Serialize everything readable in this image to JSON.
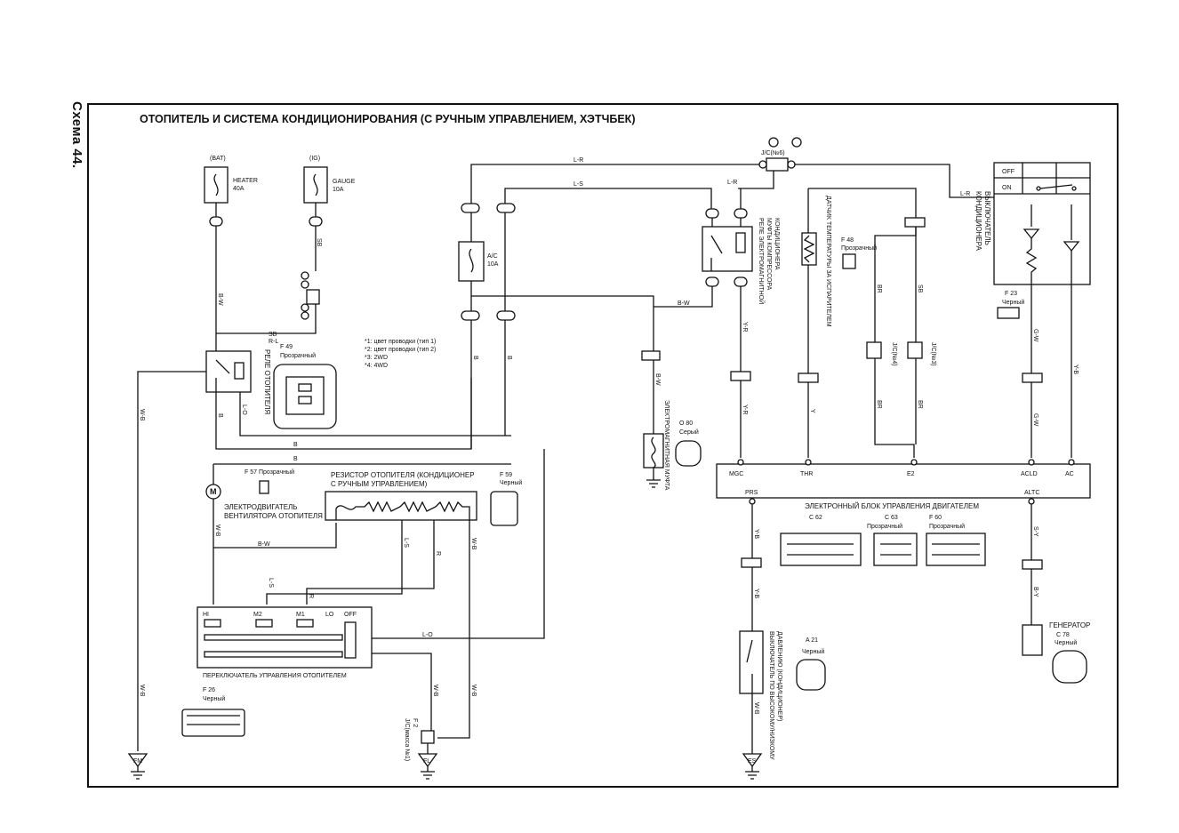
{
  "page": {
    "side_title": "Схема 44.",
    "title": "ОТОПИТЕЛЬ И СИСТЕМА КОНДИЦИОНИРОВАНИЯ (С РУЧНЫМ УПРАВЛЕНИЕМ, ХЭТЧБЕК)"
  },
  "fuses": {
    "heater": {
      "top": "(BAT)",
      "name": "HEATER",
      "rating": "40A"
    },
    "gauge": {
      "top": "(IG)",
      "name": "GAUGE",
      "rating": "10A"
    },
    "ac": {
      "name": "A/C",
      "rating": "10A"
    }
  },
  "notes": [
    "*1: цвет проводки (тип 1)",
    "*2: цвет проводки (тип 2)",
    "*3: 2WD",
    "*4: 4WD"
  ],
  "labels": {
    "heater_relay": "РЕЛЕ ОТОПИТЕЛЯ",
    "f49": "F 49",
    "f49_color": "Прозрачный",
    "f57": "F 57 Прозрачный",
    "blower_motor_1": "ЭЛЕКТРОДВИГАТЕЛЬ",
    "blower_motor_2": "ВЕНТИЛЯТОРА ОТОПИТЕЛЯ",
    "resistor_1": "РЕЗИСТОР ОТОПИТЕЛЯ (КОНДИЦИОНЕР",
    "resistor_2": "С РУЧНЫМ УПРАВЛЕНИЕМ)",
    "f59": "F 59",
    "f59_color": "Черный",
    "switch_title": "ПЕРЕКЛЮЧАТЕЛЬ УПРАВЛЕНИЯ ОТОПИТЕЛЕМ",
    "f26": "F 26",
    "f26_color": "Черный",
    "jc_f2_1": "F  2",
    "jc_f2_2": "J/C(масса №1)",
    "mag_clutch": "ЭЛЕКТРОМАГНИТНАЯ МУФТА",
    "o80": "O 80",
    "o80_color": "Серый",
    "clutch_relay_1": "РЕЛЕ ЭЛЕКТРОМАГНИТНОЙ",
    "clutch_relay_2": "МУФТЫ КОМПРЕССОРА",
    "clutch_relay_3": "КОНДИЦИОНЕРА",
    "temp_sensor_1": "ДАТЧИК ТЕМПЕРАТУРЫ ЗА ИСПАРИТЕЛЕМ",
    "f48": "F 48",
    "f48_color": "Прозрачный",
    "ac_switch_1": "ВЫКЛЮЧАТЕЛЬ",
    "ac_switch_2": "КОНДИЦИОНЕРА",
    "f23": "F 23",
    "f23_color": "Черный",
    "off": "OFF",
    "on": "ON",
    "jc6": "J/C(№6)",
    "jc4": "J/C(№4)",
    "jc3": "J/C(№3)",
    "ecu": "ЭЛЕКТРОННЫЙ БЛОК УПРАВЛЕНИЯ ДВИГАТЕЛЕМ",
    "c62": "C 62",
    "c63": "C 63",
    "f60": "F 60",
    "transp_1": "Прозрачный",
    "transp_2": "Прозрачный",
    "pressure_sw_1": "ВЫКЛЮЧАТЕЛЬ ПО ВЫСОКОМУ/НИЗКОМУ",
    "pressure_sw_2": "ДАВЛЕНИЮ (КОНДИЦИОНЕР)",
    "a21": "A 21",
    "a21_color": "Черный",
    "generator": "ГЕНЕРАТОР",
    "c78": "C 78",
    "c78_color": "Черный",
    "gnd_fm": "FM",
    "gnd_fl": "FL",
    "gnd_es": "ES"
  },
  "switch_positions": [
    "HI",
    "M2",
    "M1",
    "LO",
    "OFF"
  ],
  "ecu_pins": {
    "mgc": "MGC",
    "thr": "THR",
    "e2": "E2",
    "acld": "ACLD",
    "ac": "AC",
    "prs": "PRS",
    "altc": "ALTC"
  },
  "wires": {
    "lr": "L-R",
    "ls": "L-S",
    "bw": "B-W",
    "wb": "W-B",
    "b": "B",
    "lo": "L-O",
    "ls2": "L-S",
    "r": "R",
    "gw": "G-W",
    "yb": "Y-B",
    "yr": "Y-R",
    "br": "BR",
    "sb": "SB",
    "by": "B-Y",
    "sby": "S-Y",
    "y": "Y",
    "rl": "R-L"
  }
}
